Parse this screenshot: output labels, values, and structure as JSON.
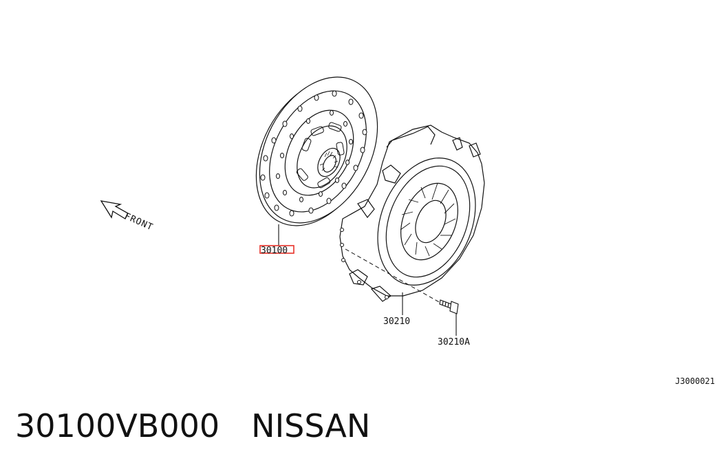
{
  "diagram": {
    "front_label": "FRONT",
    "callouts": {
      "clutch_disc": "30100",
      "clutch_cover": "30210",
      "cover_bolt": "30210A"
    },
    "highlight_color": "#e8322a",
    "figure_code": "J3000021"
  },
  "caption": {
    "part_number": "30100VB000",
    "brand": "NISSAN"
  }
}
